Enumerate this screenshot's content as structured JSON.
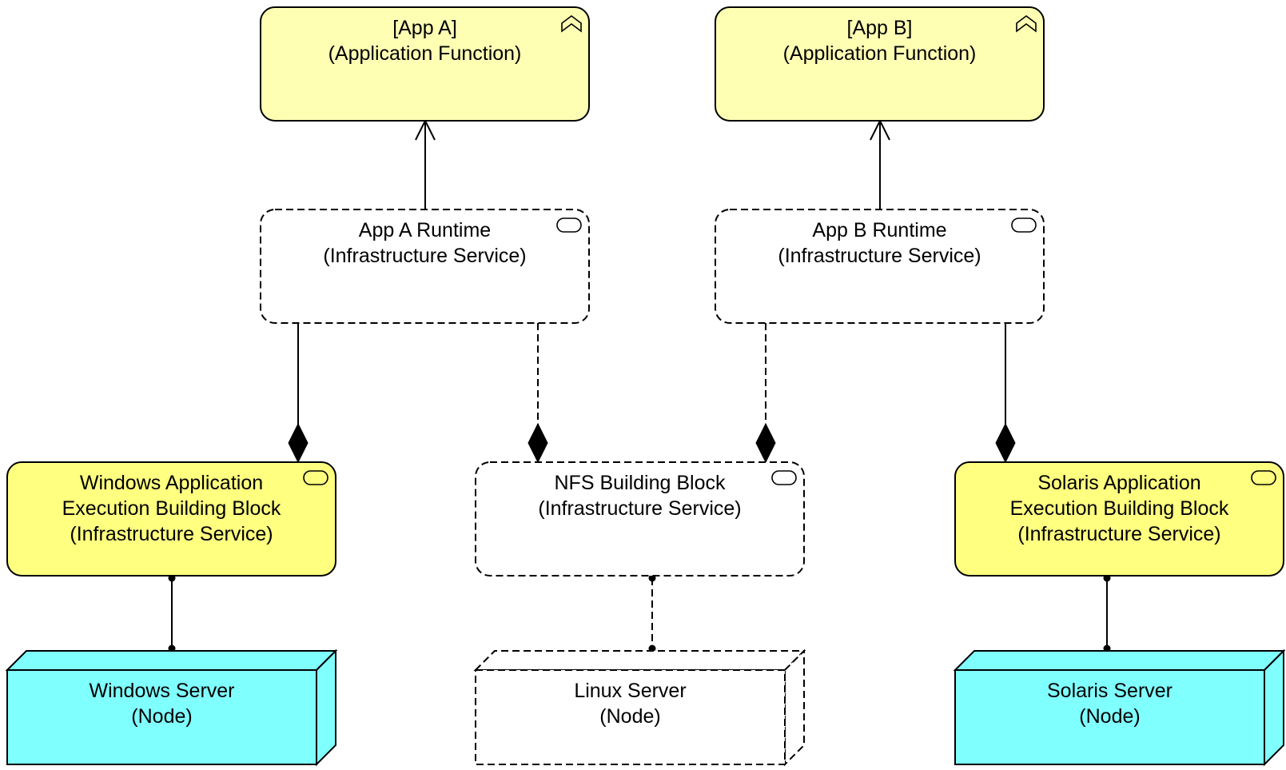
{
  "colors": {
    "application": "#ffffb4",
    "technology_service": "#ffff80",
    "node": "#80ffff",
    "undefined": "#ffffff",
    "stroke": "#000000"
  },
  "elements": {
    "app_a": {
      "lines": [
        "[App A]",
        "(Application Function)"
      ],
      "kind": "function",
      "fill": "application",
      "dashed": false
    },
    "app_b": {
      "lines": [
        "[App B]",
        "(Application Function)"
      ],
      "kind": "function",
      "fill": "application",
      "dashed": false
    },
    "app_a_runtime": {
      "lines": [
        "App A Runtime",
        "(Infrastructure Service)"
      ],
      "kind": "service",
      "fill": "undefined",
      "dashed": true
    },
    "app_b_runtime": {
      "lines": [
        "App B Runtime",
        "(Infrastructure Service)"
      ],
      "kind": "service",
      "fill": "undefined",
      "dashed": true
    },
    "windows_bb": {
      "lines": [
        "Windows Application",
        "Execution Building Block",
        "(Infrastructure Service)"
      ],
      "kind": "service",
      "fill": "technology_service",
      "dashed": false
    },
    "nfs_bb": {
      "lines": [
        "NFS Building Block",
        "(Infrastructure Service)"
      ],
      "kind": "service",
      "fill": "undefined",
      "dashed": true
    },
    "solaris_bb": {
      "lines": [
        "Solaris Application",
        "Execution Building Block",
        "(Infrastructure Service)"
      ],
      "kind": "service",
      "fill": "technology_service",
      "dashed": false
    },
    "windows_server": {
      "lines": [
        "Windows Server",
        "(Node)"
      ],
      "kind": "node",
      "fill": "node",
      "dashed": false
    },
    "linux_server": {
      "lines": [
        "Linux Server",
        "(Node)"
      ],
      "kind": "node",
      "fill": "undefined",
      "dashed": true
    },
    "solaris_server": {
      "lines": [
        "Solaris Server",
        "(Node)"
      ],
      "kind": "node",
      "fill": "node",
      "dashed": false
    }
  },
  "relations": [
    {
      "from": "app_a_runtime",
      "to": "app_a",
      "type": "serving",
      "dashed": false
    },
    {
      "from": "app_b_runtime",
      "to": "app_b",
      "type": "serving",
      "dashed": false
    },
    {
      "from": "app_a_runtime",
      "to": "windows_bb",
      "type": "composition",
      "dashed": false
    },
    {
      "from": "app_a_runtime",
      "to": "nfs_bb",
      "type": "composition",
      "dashed": true
    },
    {
      "from": "app_b_runtime",
      "to": "nfs_bb",
      "type": "composition",
      "dashed": true
    },
    {
      "from": "app_b_runtime",
      "to": "solaris_bb",
      "type": "composition",
      "dashed": false
    },
    {
      "from": "windows_bb",
      "to": "windows_server",
      "type": "assignment",
      "dashed": false
    },
    {
      "from": "nfs_bb",
      "to": "linux_server",
      "type": "assignment",
      "dashed": true
    },
    {
      "from": "solaris_bb",
      "to": "solaris_server",
      "type": "assignment",
      "dashed": false
    }
  ]
}
